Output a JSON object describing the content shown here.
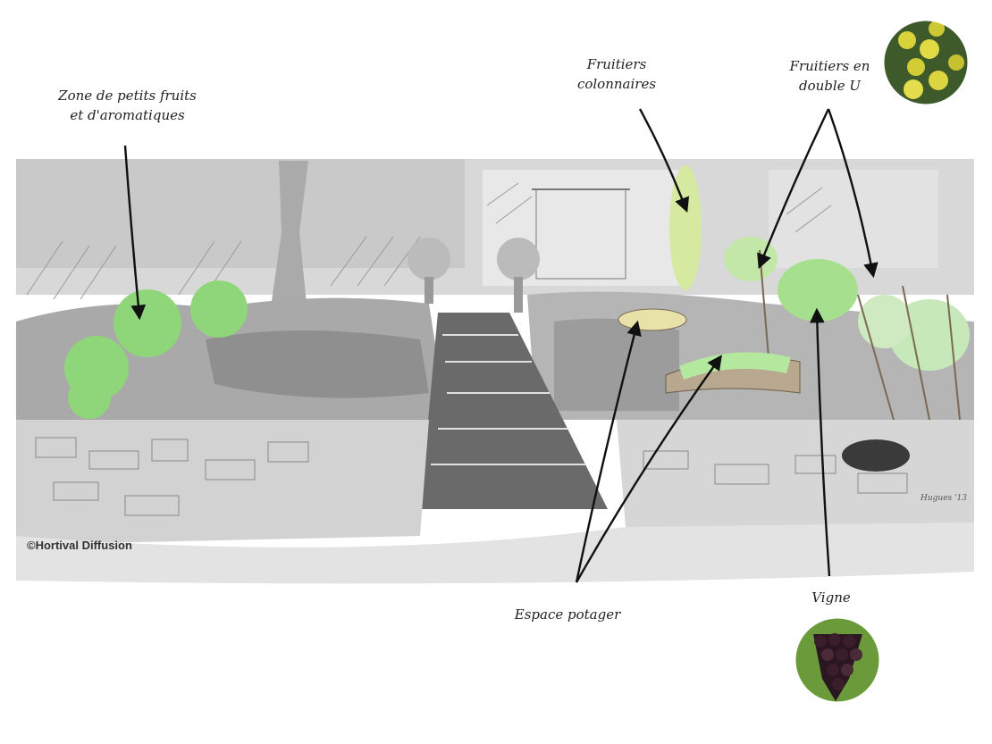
{
  "labels": {
    "small_fruits": {
      "line1": "Zone de petits fruits",
      "line2": "et d'aromatiques"
    },
    "columnar": {
      "line1": "Fruitiers",
      "line2": "colonnaires"
    },
    "double_u": {
      "line1": "Fruitiers en",
      "line2": "double U"
    },
    "vegetable": "Espace potager",
    "vine": "Vigne"
  },
  "copyright": "©Hortival Diffusion",
  "artist_signature": "Hugues '13",
  "icons": {
    "apples": "apple-cluster-icon",
    "grapes": "grape-bunch-icon"
  },
  "colors": {
    "foliage_green": "#8fd67a",
    "wash_gray": "#bdbdbd",
    "ink": "#222222",
    "apple_yellow": "#d9d23a",
    "grape_dark": "#3a1f2a"
  }
}
